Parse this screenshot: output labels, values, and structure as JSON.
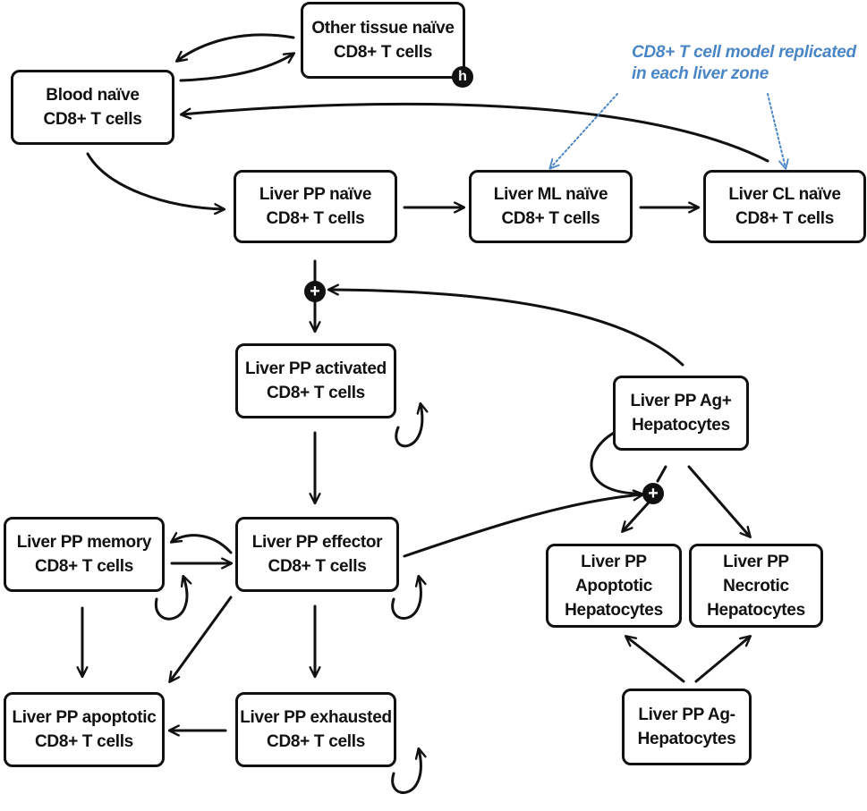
{
  "nodes": {
    "other_tissue_naive": "Other tissue  naïve\nCD8+ T cells",
    "blood_naive": "Blood naïve\nCD8+ T cells",
    "liver_pp_naive": "Liver PP naïve\nCD8+ T cells",
    "liver_ml_naive": "Liver ML naïve\nCD8+ T cells",
    "liver_cl_naive": "Liver CL naïve\nCD8+ T cells",
    "liver_pp_activated": "Liver PP activated\nCD8+ T cells",
    "liver_pp_memory": "Liver PP memory\nCD8+ T cells",
    "liver_pp_effector": "Liver PP effector\nCD8+ T cells",
    "liver_pp_apoptotic": "Liver PP apoptotic\nCD8+ T cells",
    "liver_pp_exhausted": "Liver PP exhausted\nCD8+ T cells",
    "liver_pp_ag_pos_hepatocytes": "Liver PP Ag+\nHepatocytes",
    "liver_pp_apoptotic_hepatocytes": "Liver PP\nApoptotic\nHepatocytes",
    "liver_pp_necrotic_hepatocytes": "Liver PP\nNecrotic\nHepatocytes",
    "liver_pp_ag_neg_hepatocytes": "Liver PP Ag-\nHepatocytes"
  },
  "annotation": "CD8+ T cell model replicated\nin each liver zone",
  "badges": {
    "homeostasis": "h",
    "stimulation_activation": "+",
    "stimulation_apoptosis": "+"
  },
  "colors": {
    "annotation": "#4a86c5",
    "stroke": "#111111"
  }
}
